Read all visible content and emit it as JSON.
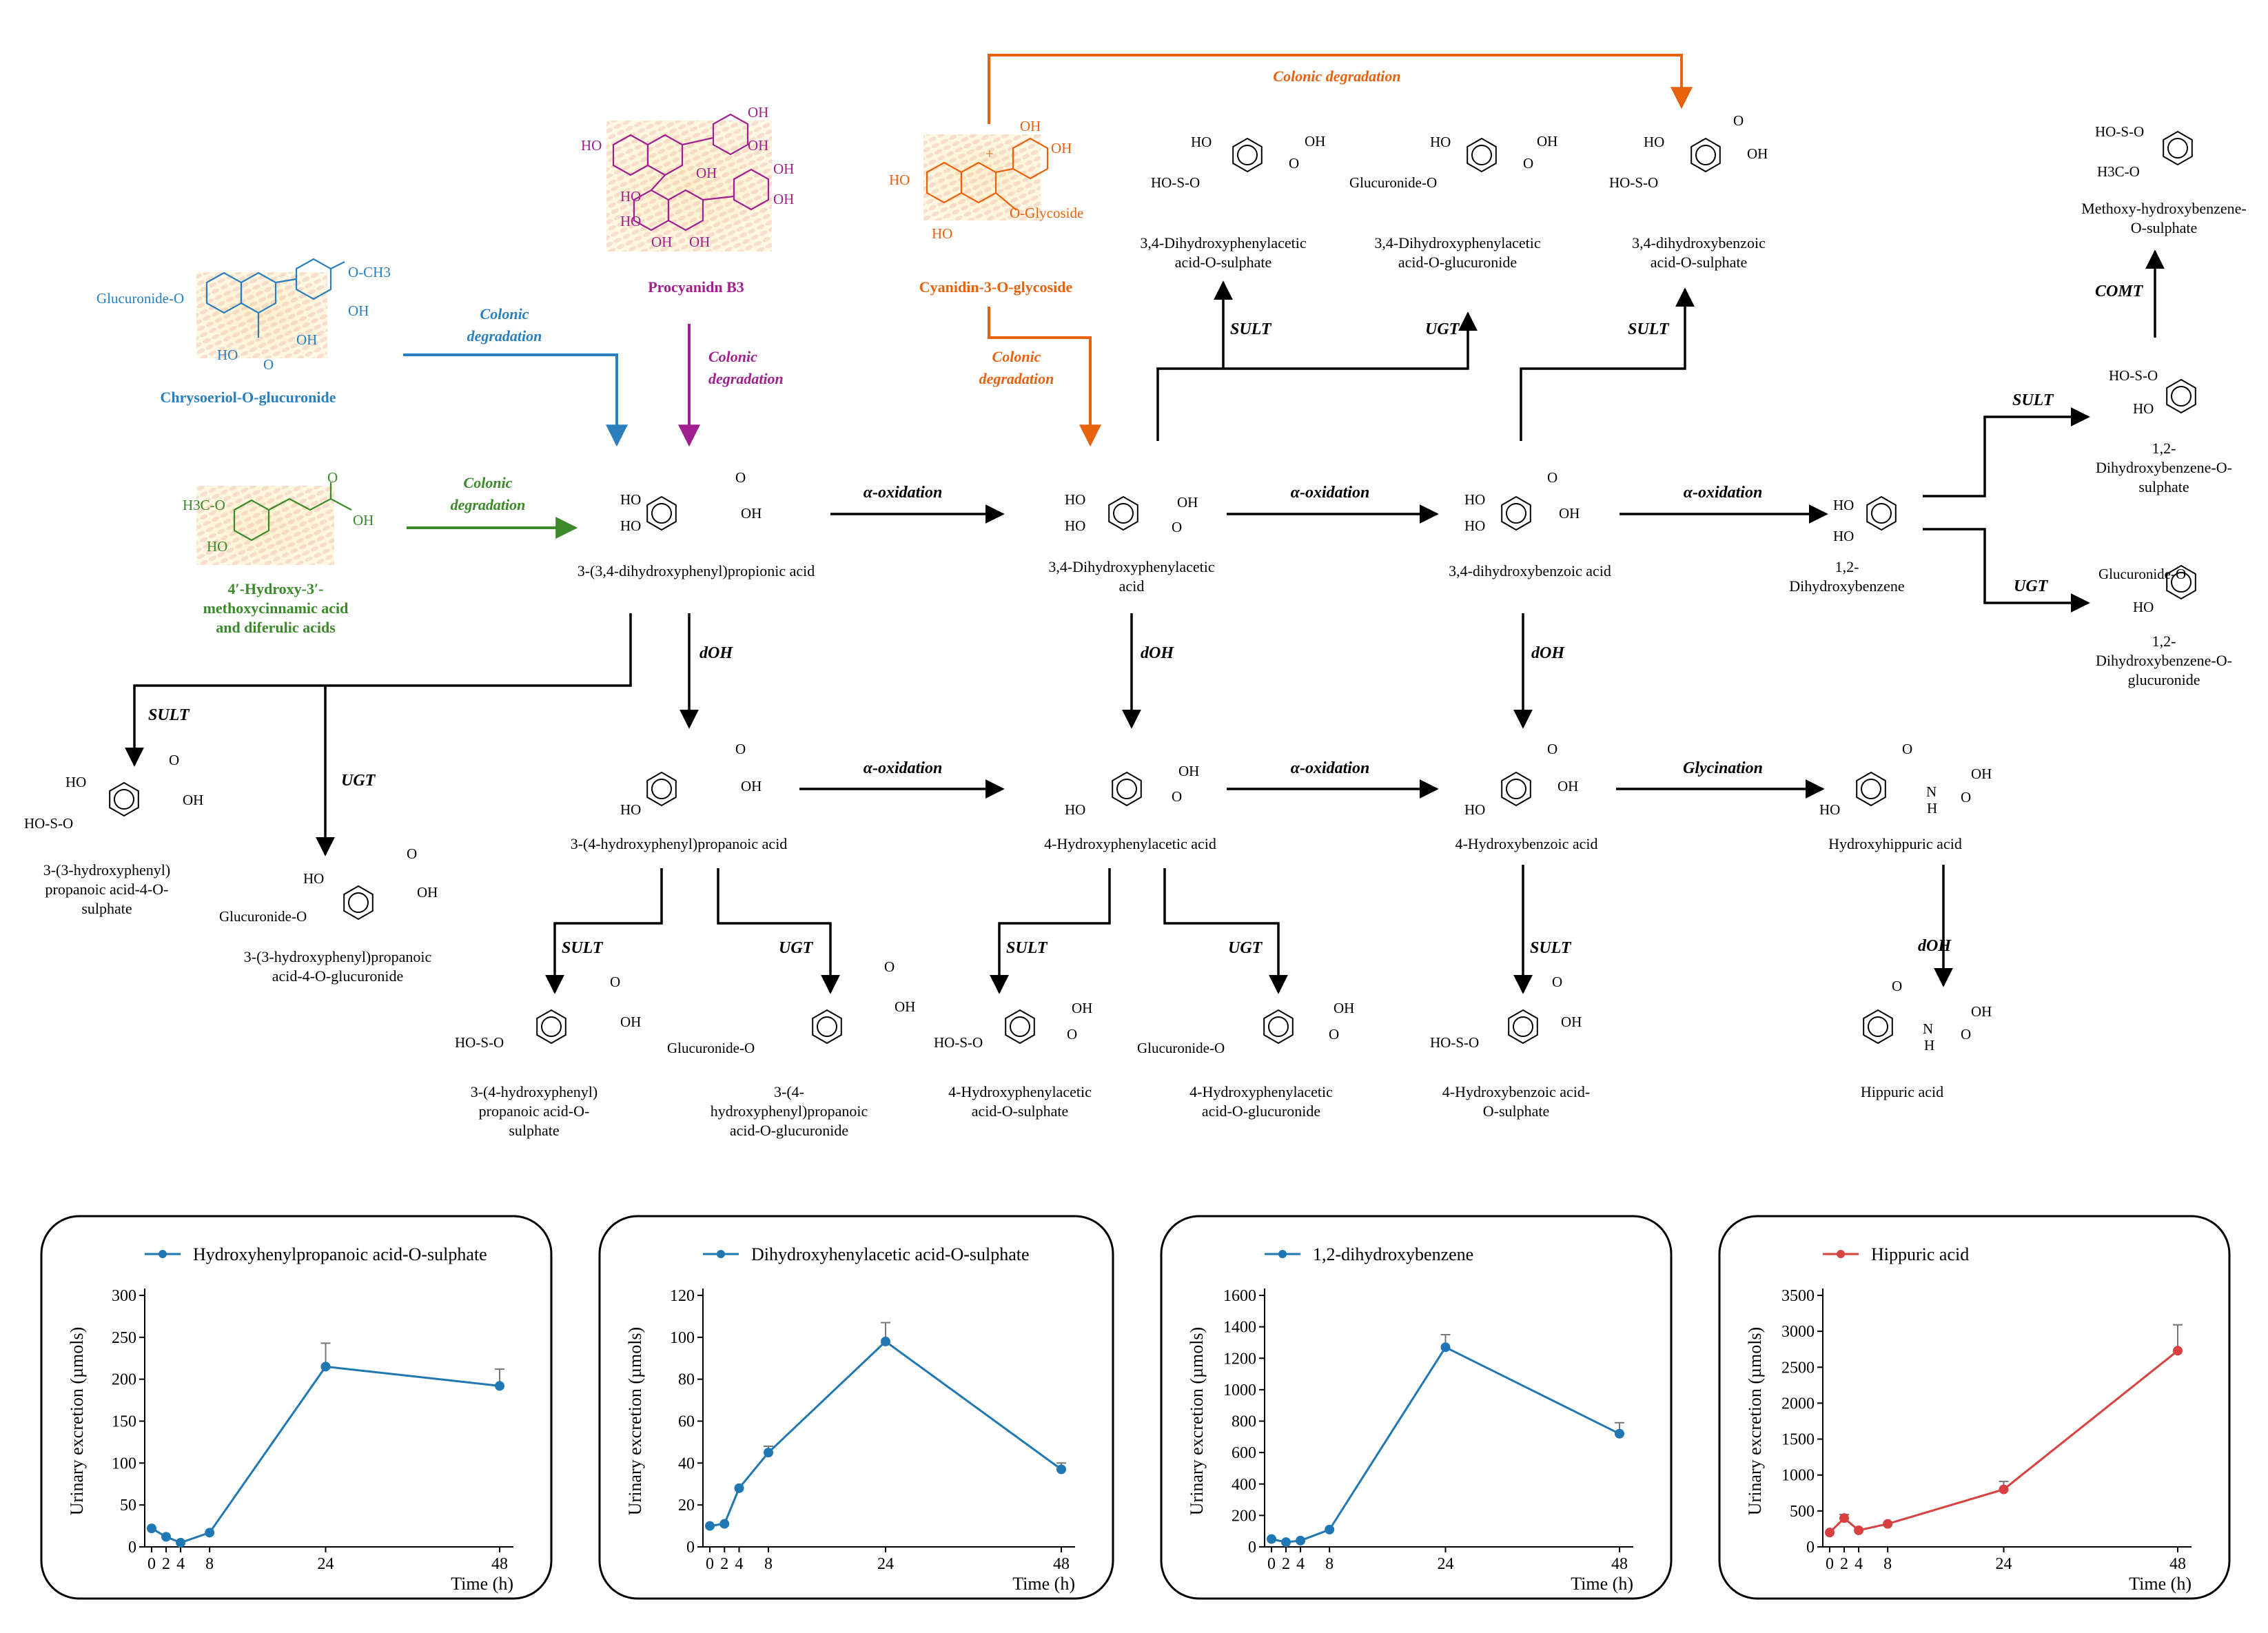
{
  "colors": {
    "black": "#000000",
    "chrysoeriol": "#2a80bf",
    "procyanidin": "#a0208f",
    "cyanidin": "#e8620e",
    "hydroxy_cinnamic": "#3a8a2a",
    "chart_blue": "#1f78b4",
    "chart_red": "#d94040"
  },
  "sources": {
    "chrysoeriol": {
      "name": "Chrysoeriol-O-glucuronide",
      "sub1": "Glucuronide-O",
      "sub2": "O-CH3",
      "sub3": "OH",
      "sub4": "HO",
      "sub5": "O",
      "sub6": "OH"
    },
    "procyanidin": {
      "name": "Procyanidn B3",
      "oh": "OH",
      "ho": "HO"
    },
    "cyanidin": {
      "name": "Cyanidin-3-O-glycoside",
      "oh": "OH",
      "ho": "HO",
      "glyco": "O-Glycoside",
      "plus": "+"
    },
    "hydroxy_cinnamic": {
      "name1": "4′-Hydroxy-3′-",
      "name2": "methoxycinnamic acid",
      "name3": "and diferulic acids",
      "meo": "H3C-O",
      "ho": "HO",
      "oh": "OH",
      "o": "O"
    }
  },
  "processes": {
    "colonic": "Colonic",
    "degradation": "degradation",
    "colonic_degradation": "Colonic degradation",
    "alpha_oxidation": "α-oxidation",
    "dOH": "dOH",
    "sult": "SULT",
    "ugt": "UGT",
    "comt": "COMT",
    "glycination": "Glycination"
  },
  "compounds": {
    "dhppa": "3-(3,4-dihydroxyphenyl)propionic acid",
    "dhpaa_1": "3,4-Dihydroxyphenylacetic",
    "dhpaa_2": "acid",
    "dhba": "3,4-dihydroxybenzoic acid",
    "dhb_1": "1,2-",
    "dhb_2": "Dihydroxybenzene",
    "dhpaa_s_1": "3,4-Dihydroxyphenylacetic",
    "dhpaa_s_2": "acid-O-sulphate",
    "dhpaa_g_1": "3,4-Dihydroxyphenylacetic",
    "dhpaa_g_2": "acid-O-glucuronide",
    "dhba_s_1": "3,4-dihydroxybenzoic",
    "dhba_s_2": "acid-O-sulphate",
    "mhb_s_1": "Methoxy-hydroxybenzene-",
    "mhb_s_2": "O-sulphate",
    "dhb_s_1": "1,2-",
    "dhb_s_2": "Dihydroxybenzene-O-",
    "dhb_s_3": "sulphate",
    "dhb_g_1": "1,2-",
    "dhb_g_2": "Dihydroxybenzene-O-",
    "dhb_g_3": "glucuronide",
    "hpp_s3_1": "3-(3-hydroxyphenyl)",
    "hpp_s3_2": "propanoic acid-4-O-",
    "hpp_s3_3": "sulphate",
    "hpp_g3_1": "3-(3-hydroxyphenyl)propanoic",
    "hpp_g3_2": "acid-4-O-glucuronide",
    "hppa": "3-(4-hydroxyphenyl)propanoic acid",
    "hpaa": "4-Hydroxyphenylacetic acid",
    "hba": "4-Hydroxybenzoic acid",
    "hha": "Hydroxyhippuric acid",
    "hppa_s_1": "3-(4-hydroxyphenyl)",
    "hppa_s_2": "propanoic acid-O-",
    "hppa_s_3": "sulphate",
    "hppa_g_1": "3-(4-",
    "hppa_g_2": "hydroxyphenyl)propanoic",
    "hppa_g_3": "acid-O-glucuronide",
    "hpaa_s_1": "4-Hydroxyphenylacetic",
    "hpaa_s_2": "acid-O-sulphate",
    "hpaa_g_1": "4-Hydroxyphenylacetic",
    "hpaa_g_2": "acid-O-glucuronide",
    "hba_s_1": "4-Hydroxybenzoic acid-",
    "hba_s_2": "O-sulphate",
    "ha": "Hippuric acid"
  },
  "atoms": {
    "HO": "HO",
    "OH": "OH",
    "O": "O",
    "N": "N",
    "H": "H",
    "HOSO": "HO-S-O",
    "gluc": "Glucuronide-O",
    "H3CO": "H3C-O"
  },
  "chart_data": [
    {
      "type": "line",
      "series": [
        {
          "name": "Hydroxyhenylpropanoic acid-O-sulphate",
          "x": [
            0,
            2,
            4,
            8,
            24,
            48
          ],
          "values": [
            22,
            12,
            5,
            17,
            215,
            192
          ],
          "error": [
            0,
            0,
            0,
            0,
            28,
            20
          ]
        }
      ],
      "xlabel": "Time (h)",
      "ylabel": "Urinary excretion (µmols)",
      "xticks": [
        0,
        2,
        4,
        8,
        24,
        48
      ],
      "yticks": [
        0,
        50,
        100,
        150,
        200,
        250,
        300
      ],
      "ylim": [
        0,
        300
      ],
      "color": "#1f78b4",
      "legend": "top"
    },
    {
      "type": "line",
      "series": [
        {
          "name": "Dihydroxyhenylacetic acid-O-sulphate",
          "x": [
            0,
            2,
            4,
            8,
            24,
            48
          ],
          "values": [
            10,
            11,
            28,
            45,
            98,
            37
          ],
          "error": [
            0,
            0,
            0,
            3,
            9,
            3
          ]
        }
      ],
      "xlabel": "Time (h)",
      "ylabel": "Urinary excretion (µmols)",
      "xticks": [
        0,
        2,
        4,
        8,
        24,
        48
      ],
      "yticks": [
        0,
        20,
        40,
        60,
        80,
        100,
        120
      ],
      "ylim": [
        0,
        120
      ],
      "color": "#1f78b4",
      "legend": "top"
    },
    {
      "type": "line",
      "series": [
        {
          "name": "1,2-dihydroxybenzene",
          "x": [
            0,
            2,
            4,
            8,
            24,
            48
          ],
          "values": [
            50,
            30,
            40,
            110,
            1270,
            720
          ],
          "error": [
            0,
            0,
            0,
            0,
            80,
            70
          ]
        }
      ],
      "xlabel": "Time (h)",
      "ylabel": "Urinary excretion (µmols)",
      "xticks": [
        0,
        2,
        4,
        8,
        24,
        48
      ],
      "yticks": [
        0,
        200,
        400,
        600,
        800,
        1000,
        1200,
        1400,
        1600
      ],
      "ylim": [
        0,
        1600
      ],
      "color": "#1f78b4",
      "legend": "top"
    },
    {
      "type": "line",
      "series": [
        {
          "name": "Hippuric acid",
          "x": [
            0,
            2,
            4,
            8,
            24,
            48
          ],
          "values": [
            200,
            400,
            230,
            320,
            800,
            2730
          ],
          "error": [
            0,
            50,
            0,
            0,
            110,
            360
          ]
        }
      ],
      "xlabel": "Time (h)",
      "ylabel": "Urinary excretion (µmols)",
      "xticks": [
        0,
        2,
        4,
        8,
        24,
        48
      ],
      "yticks": [
        0,
        500,
        1000,
        1500,
        2000,
        2500,
        3000,
        3500
      ],
      "ylim": [
        0,
        3500
      ],
      "color": "#d94040",
      "legend": "top"
    }
  ]
}
